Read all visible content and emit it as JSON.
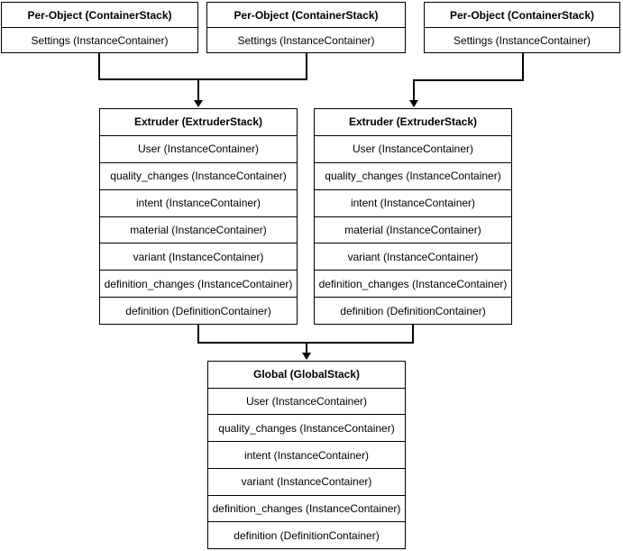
{
  "diagram": {
    "colors": {
      "background": "#ffffff",
      "line": "#000000",
      "box_fill": "#ffffff",
      "text": "#000000"
    },
    "boxes": {
      "per_object_1": {
        "title": "Per-Object (ContainerStack)",
        "rows": [
          "Settings (InstanceContainer)"
        ]
      },
      "per_object_2": {
        "title": "Per-Object (ContainerStack)",
        "rows": [
          "Settings (InstanceContainer)"
        ]
      },
      "per_object_3": {
        "title": "Per-Object (ContainerStack)",
        "rows": [
          "Settings (InstanceContainer)"
        ]
      },
      "extruder_1": {
        "title": "Extruder (ExtruderStack)",
        "rows": [
          "User (InstanceContainer)",
          "quality_changes (InstanceContainer)",
          "intent (InstanceContainer)",
          "material (InstanceContainer)",
          "variant (InstanceContainer)",
          "definition_changes (InstanceContainer)",
          "definition (DefinitionContainer)"
        ]
      },
      "extruder_2": {
        "title": "Extruder (ExtruderStack)",
        "rows": [
          "User (InstanceContainer)",
          "quality_changes (InstanceContainer)",
          "intent (InstanceContainer)",
          "material (InstanceContainer)",
          "variant (InstanceContainer)",
          "definition_changes (InstanceContainer)",
          "definition (DefinitionContainer)"
        ]
      },
      "global": {
        "title": "Global (GlobalStack)",
        "rows": [
          "User (InstanceContainer)",
          "quality_changes (InstanceContainer)",
          "intent (InstanceContainer)",
          "variant (InstanceContainer)",
          "definition_changes (InstanceContainer)",
          "definition (DefinitionContainer)"
        ]
      }
    },
    "edges": [
      {
        "from": [
          "per_object_1",
          "per_object_2"
        ],
        "to": "extruder_1"
      },
      {
        "from": [
          "per_object_3"
        ],
        "to": "extruder_2"
      },
      {
        "from": [
          "extruder_1",
          "extruder_2"
        ],
        "to": "global"
      }
    ]
  }
}
